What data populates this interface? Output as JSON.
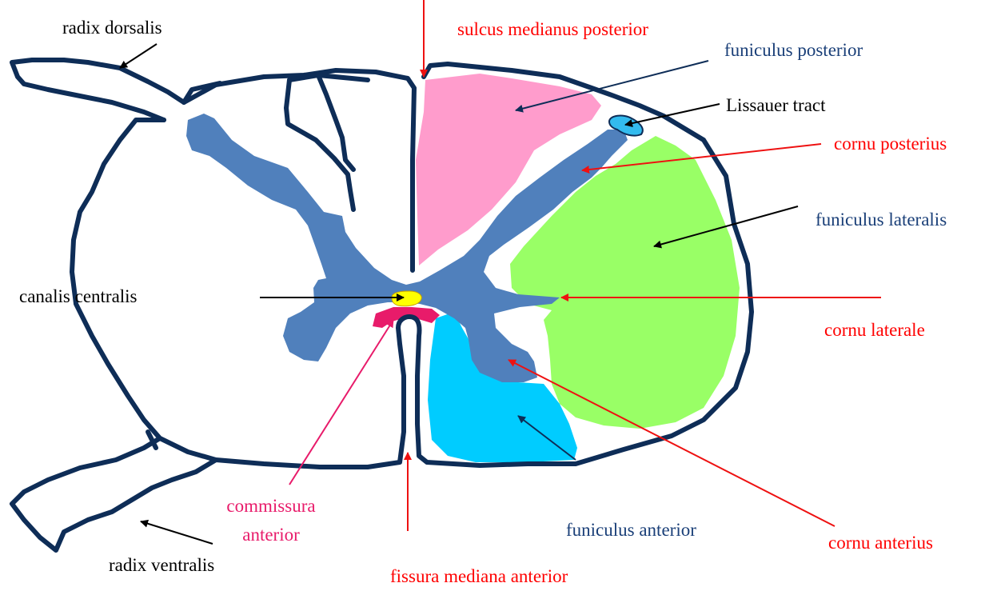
{
  "colors": {
    "outline": "#0e2d57",
    "gray_matter": "#5080bc",
    "funiculus_posterior": "#ff9ccc",
    "funiculus_lateralis": "#99ff66",
    "funiculus_anterior": "#00ccff",
    "lissauer": "#33bbee",
    "canalis": "#ffff00",
    "commissura": "#e81b6a",
    "red_arrow": "#ee1111",
    "black_arrow": "#000000",
    "navy_arrow": "#0e2d57",
    "pink_arrow": "#e81b6a",
    "label_red": "#ff0000",
    "label_navy": "#1a3f78",
    "label_black": "#000000",
    "label_pink": "#e81b6a"
  },
  "labels": {
    "radix_dorsalis": "radix dorsalis",
    "sulcus_medianus_posterior": "sulcus medianus posterior",
    "funiculus_posterior": "funiculus posterior",
    "lissauer_tract": "Lissauer tract",
    "cornu_posterius": "cornu posterius",
    "funiculus_lateralis": "funiculus lateralis",
    "canalis_centralis": "canalis centralis",
    "cornu_laterale": "cornu laterale",
    "commissura_anterior_line1": "commissura",
    "commissura_anterior_line2": "anterior",
    "funiculus_anterior": "funiculus anterior",
    "cornu_anterius": "cornu anterius",
    "radix_ventralis": "radix ventralis",
    "fissura_mediana_anterior": "fissura mediana anterior"
  }
}
